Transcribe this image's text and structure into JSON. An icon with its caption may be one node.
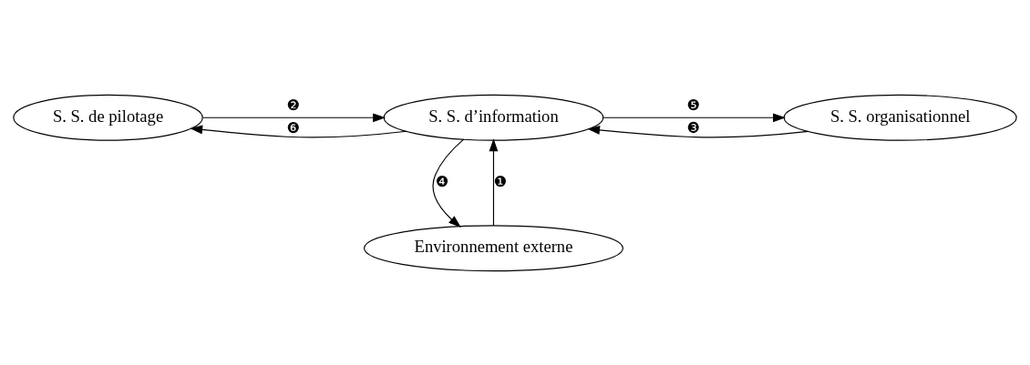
{
  "diagram": {
    "nodes": [
      {
        "text": [
          "S. S. de pilotage"
        ]
      },
      {
        "text": [
          "S. S. d’information"
        ]
      },
      {
        "text": [
          "S. S. organisationnel"
        ]
      },
      {
        "text": [
          "Environnement externe"
        ]
      }
    ],
    "edges": [
      {
        "from": 0,
        "to": 1,
        "arrow": "to",
        "label": "❷"
      },
      {
        "from": 1,
        "to": 0,
        "arrow": "to",
        "label": "❻"
      },
      {
        "from": 1,
        "to": 2,
        "arrow": "to",
        "label": "❺"
      },
      {
        "from": 2,
        "to": 1,
        "arrow": "to",
        "label": "❸"
      },
      {
        "from": 1,
        "to": 3,
        "arrow": "to",
        "label": "❹"
      },
      {
        "from": 3,
        "to": 1,
        "arrow": "to",
        "label": "❶"
      }
    ]
  }
}
